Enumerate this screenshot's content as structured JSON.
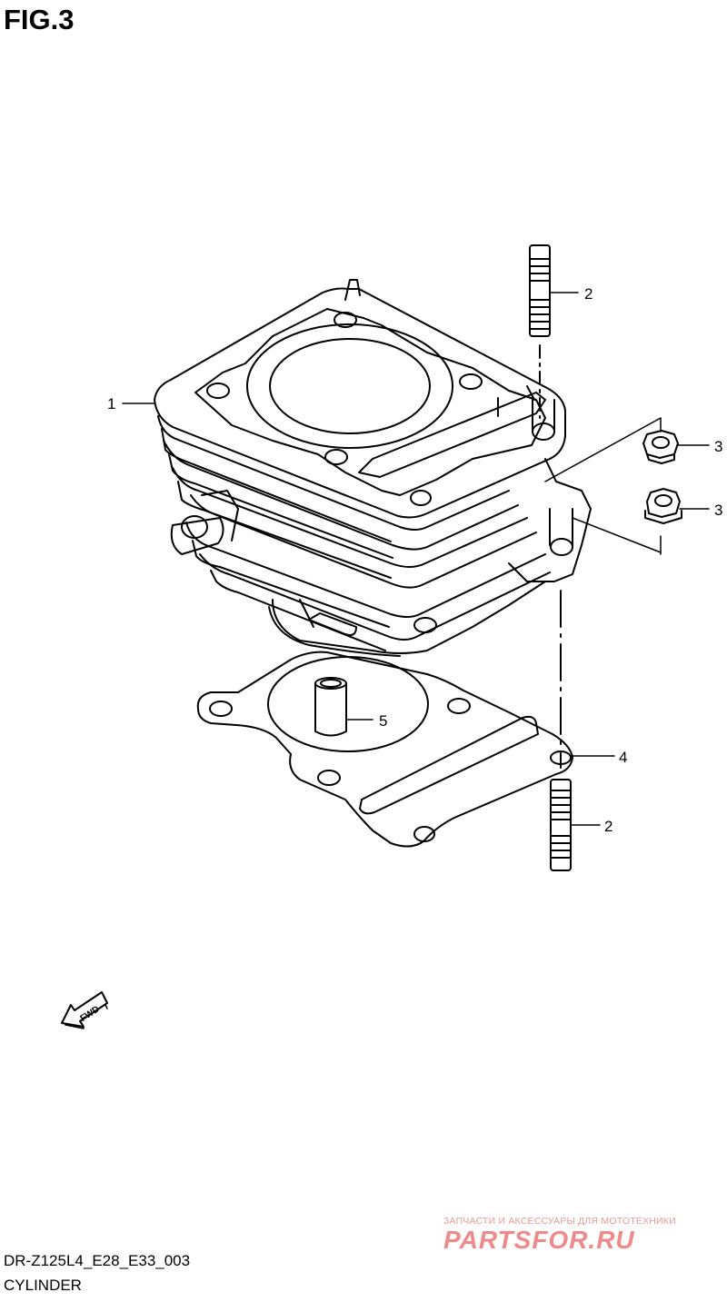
{
  "figure": {
    "title": "FIG.3"
  },
  "callouts": [
    {
      "id": "c1",
      "label": "1"
    },
    {
      "id": "c2a",
      "label": "2"
    },
    {
      "id": "c2b",
      "label": "2"
    },
    {
      "id": "c3a",
      "label": "3"
    },
    {
      "id": "c3b",
      "label": "3"
    },
    {
      "id": "c4",
      "label": "4"
    },
    {
      "id": "c5",
      "label": "5"
    }
  ],
  "direction_marker": {
    "label": "FWD",
    "icon": "fwd-arrow-icon"
  },
  "footer": {
    "model_code": "DR-Z125L4_E28_E33_003",
    "section_name": "CYLINDER"
  },
  "watermark": {
    "tagline": "ЗАПЧАСТИ И АКСЕССУАРЫ ДЛЯ МОТОТЕХНИКИ",
    "logo_text": "PARTSFOR.RU",
    "color": "#ee8a8a"
  }
}
